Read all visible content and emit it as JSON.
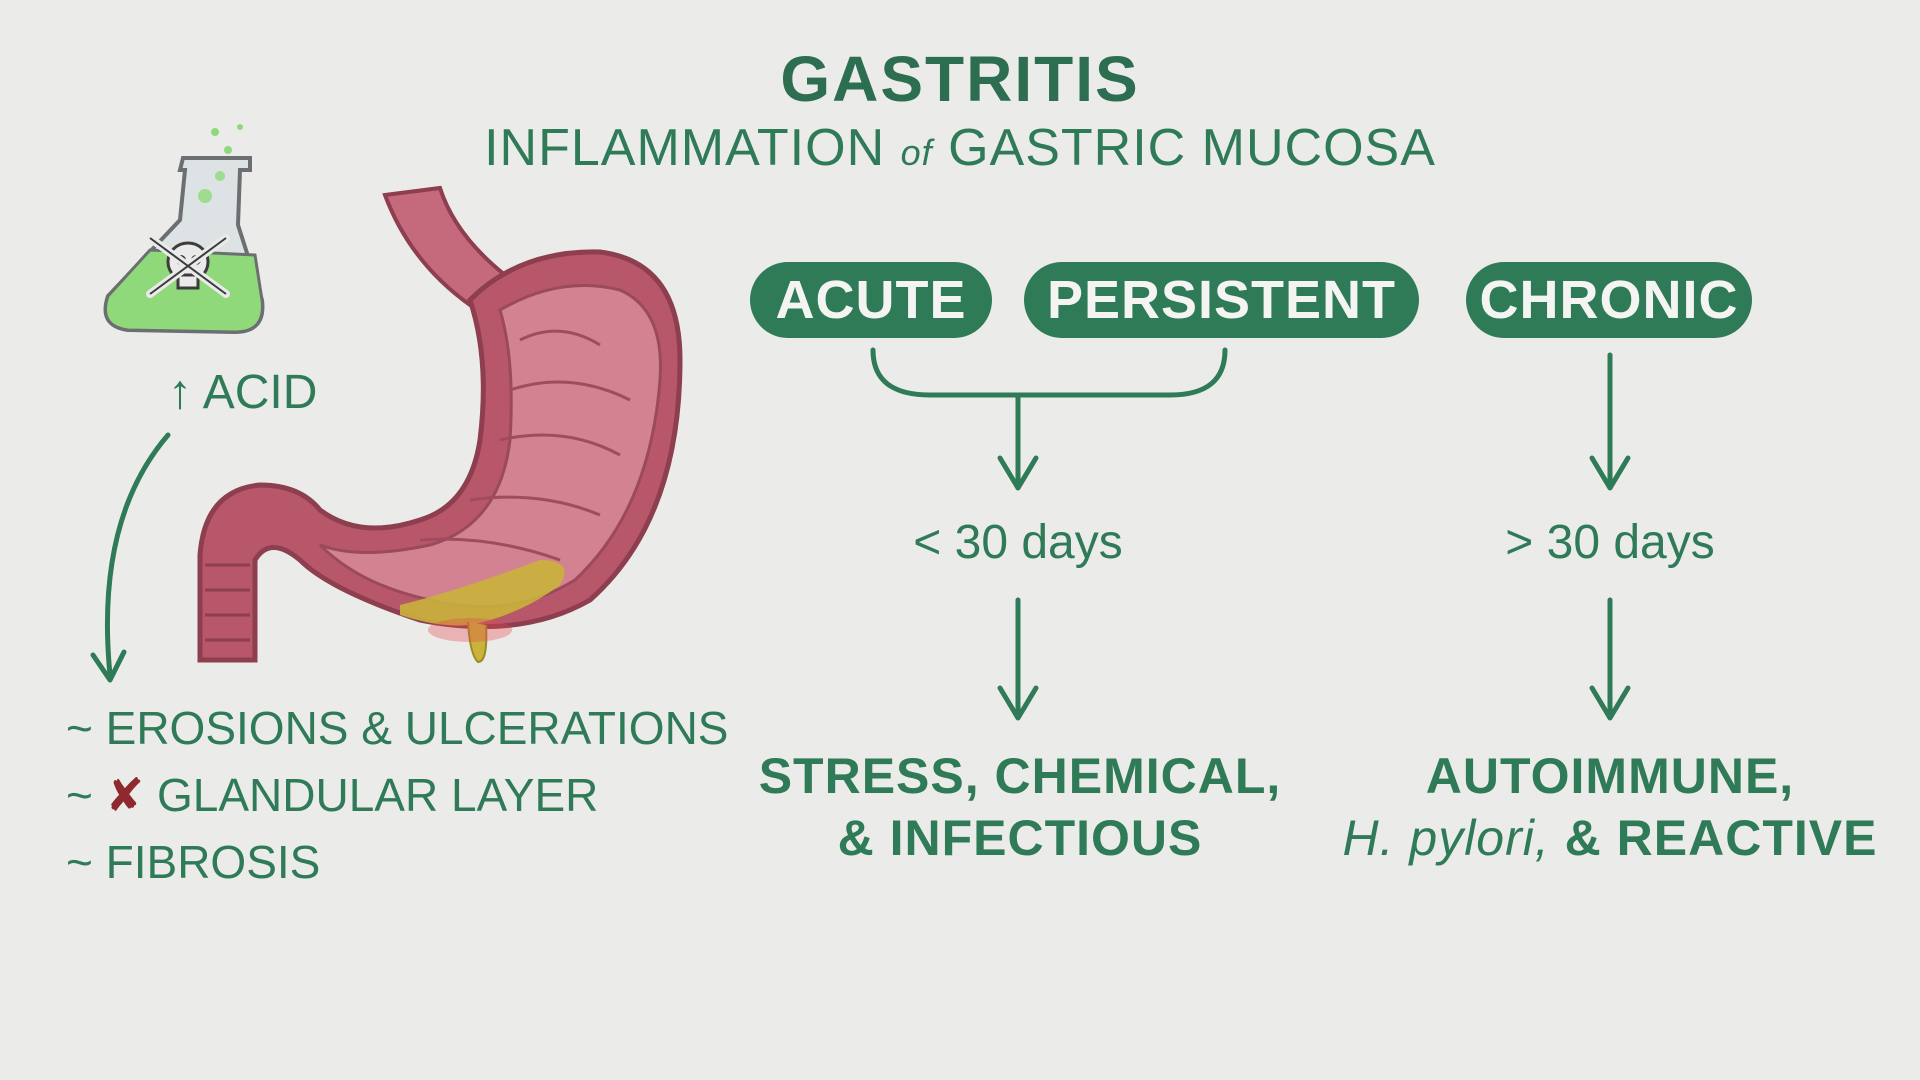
{
  "title": "GASTRITIS",
  "subtitle": {
    "part1": "INFLAMMATION",
    "connector": "of",
    "part2": "GASTRIC MUCOSA"
  },
  "categories": {
    "acute": "ACUTE",
    "persistent": "PERSISTENT",
    "chronic": "CHRONIC"
  },
  "durations": {
    "short": "< 30 days",
    "long": "> 30 days"
  },
  "causes": {
    "acute_line1": "STRESS, CHEMICAL,",
    "acute_line2": "& INFECTIOUS",
    "chronic_line1": "AUTOIMMUNE,",
    "chronic_line2_italic": "H. pylori,",
    "chronic_line2_rest": "& REACTIVE"
  },
  "acid_label": "↑ ACID",
  "effects": {
    "prefix": "~",
    "item1": "EROSIONS & ULCERATIONS",
    "x_icon": "✘",
    "item2": "GLANDULAR LAYER",
    "item3": "FIBROSIS"
  },
  "colors": {
    "primary_green": "#2f7a57",
    "background": "#ebebea",
    "stomach": "#b8566a",
    "flask_liquid": "#8fd97a",
    "x_red": "#8e2a2e"
  }
}
